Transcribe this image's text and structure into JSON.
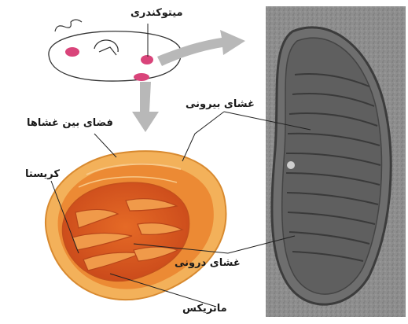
{
  "labels": {
    "mitochondria": "میتوکندری",
    "outer_membrane": "غشای بیرونی",
    "intermembrane_space": "فضای بین غشاها",
    "cristae": "کریستا",
    "inner_membrane": "غشای درونی",
    "matrix": "ماتریکس"
  },
  "colors": {
    "mito_outer": "#f0a03c",
    "mito_inner": "#e0631f",
    "mito_matrix": "#d4521a",
    "cell_mito_pink": "#d9447a",
    "arrow_gray": "#b8b8b8",
    "micrograph_bg": "#8d8d8d"
  }
}
